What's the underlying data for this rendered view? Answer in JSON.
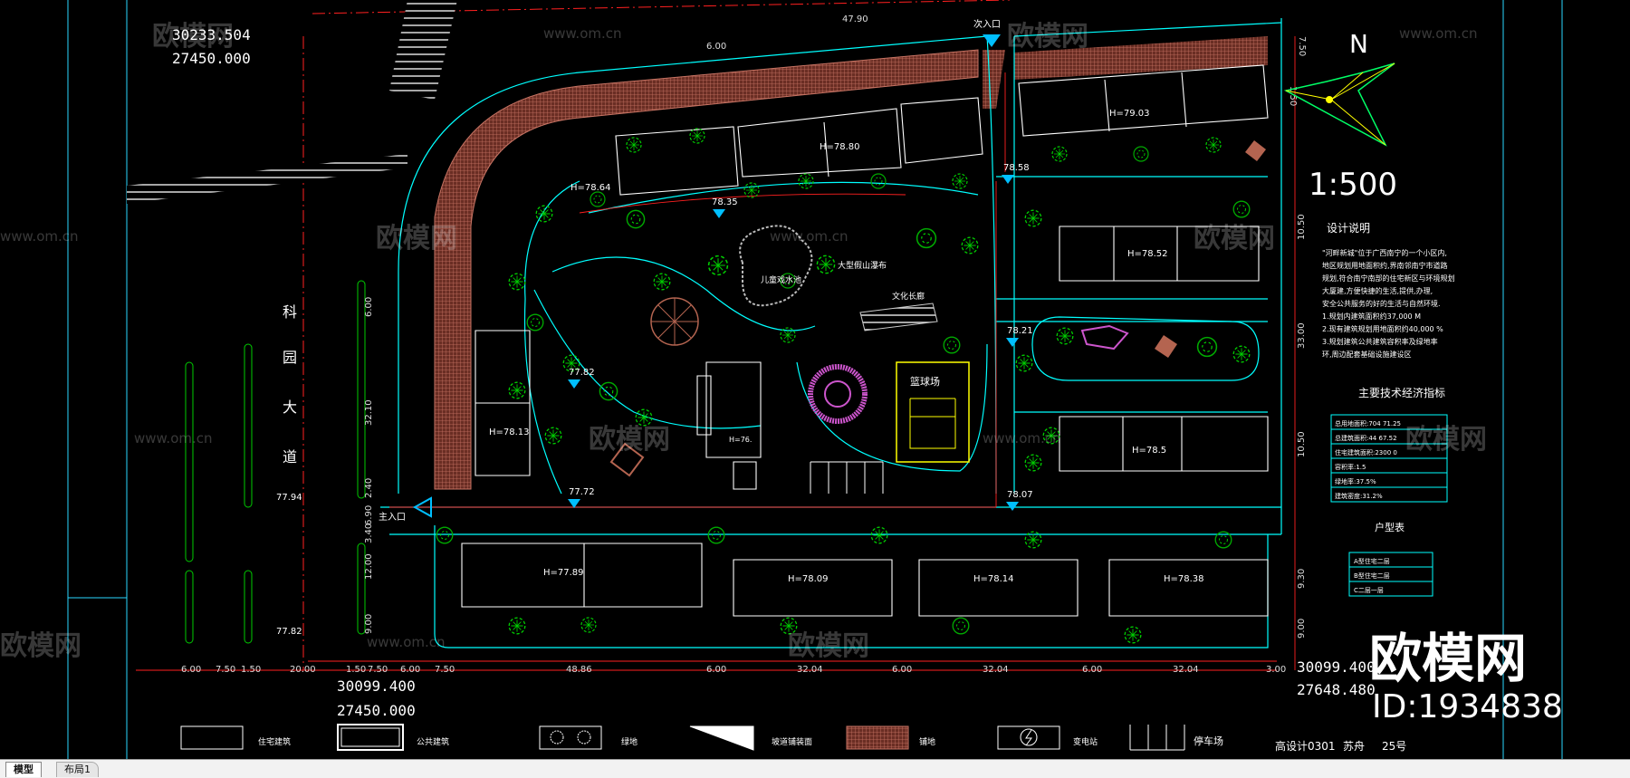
{
  "drawing": {
    "scale": "1:500",
    "north_label": "N",
    "road_name_chars": [
      "科",
      "园",
      "大",
      "道"
    ],
    "coord_tl_x": "30233.504",
    "coord_tl_y": "27450.000",
    "coord_bl_x": "30099.400",
    "coord_bl_y": "27450.000",
    "coord_br_x": "30099.400",
    "coord_br_y": "27648.480",
    "entrance_main": "主入口",
    "entrance_secondary": "次入口",
    "notes_title": "设计说明",
    "notes_lines": [
      "\"河畔新城\"位于广西南宁的一个小区内,",
      "地区规划用地面积约,界南邻南宁市道路",
      "规划,符合南宁南部的住宅新区与环境规划",
      "大厦建,方便快捷的生活,提供,办理,",
      "安全公共服务的好的生活与自然环境.",
      "1.规划内建筑面积约37,000 M",
      "2.现有建筑规划用地面积约40,000 %",
      "3.规划建筑公共建筑容积率及绿地率",
      "环,周边配套基础设施建设区"
    ],
    "index_title": "主要技术经济指标",
    "index_rows": [
      "总用地面积:704 71.25",
      "总建筑面积:44 67.52",
      "住宅建筑面积:2300 0",
      "容积率:1.5",
      "绿地率:37.5%",
      "建筑密度:31.2%"
    ],
    "unit_title": "户型表",
    "unit_rows": [
      "A型住宅二层",
      "B型住宅二层",
      "C二层一层"
    ],
    "labels": {
      "sports_court": "篮球场",
      "fountain": "儿童戏水池",
      "waterfall": "大型假山瀑布",
      "culture_gallery": "文化长廊",
      "central_tower": "H=76.",
      "parking": "停车场"
    },
    "building_heights": [
      "H=78.64",
      "H=78.80",
      "H=79.03",
      "H=78.52",
      "H=78.5",
      "H=78.13",
      "H=77.89",
      "H=78.09",
      "H=78.14",
      "H=78.38"
    ],
    "elevations": [
      "78.35",
      "78.58",
      "78.21",
      "77.82",
      "77.72",
      "78.07",
      "77.94",
      "77.82"
    ],
    "dims_top": [
      "6.00",
      "47.90",
      "7.50",
      "1.50"
    ],
    "dims_bottom": [
      "6.00",
      "7.50",
      "1.50",
      "20.00",
      "1.50",
      "7.50",
      "6.00",
      "7.50",
      "48.86",
      "6.00",
      "32.04",
      "6.00",
      "32.04",
      "6.00",
      "32.04",
      "3.00"
    ],
    "dims_left": [
      "6.00",
      "32.10",
      "2.40",
      "6.90",
      "3.40",
      "12.00",
      "9.00"
    ],
    "dims_right": [
      "10.50",
      "33.00",
      "10.50",
      "9.30",
      "9.00"
    ],
    "legend": [
      {
        "icon": "residential-building-symbol",
        "label": "住宅建筑"
      },
      {
        "icon": "public-building-symbol",
        "label": "公共建筑"
      },
      {
        "icon": "greenery-symbol",
        "label": "绿地"
      },
      {
        "icon": "slope-symbol",
        "label": "坡道铺装面"
      },
      {
        "icon": "paving-symbol",
        "label": "铺地"
      },
      {
        "icon": "substation-symbol",
        "label": "变电站"
      },
      {
        "icon": "parking-symbol",
        "label": "停车场"
      }
    ],
    "title_block": "高设计0301",
    "title_block_name": "苏舟",
    "title_block_no": "25号"
  },
  "watermark": {
    "brand": "欧模网",
    "url": "www.om.cn",
    "id": "ID:1934838"
  },
  "tabs": {
    "model": "模型",
    "layout1": "布局1"
  },
  "colors": {
    "background": "#000000",
    "road": "#00ffff",
    "building": "#ffffff",
    "tree": "#00cc00",
    "paving": "#b46450",
    "dimension_red": "#ff2020",
    "marker": "#00bfff",
    "court": "#ffff00",
    "plaza": "#cc55cc"
  }
}
